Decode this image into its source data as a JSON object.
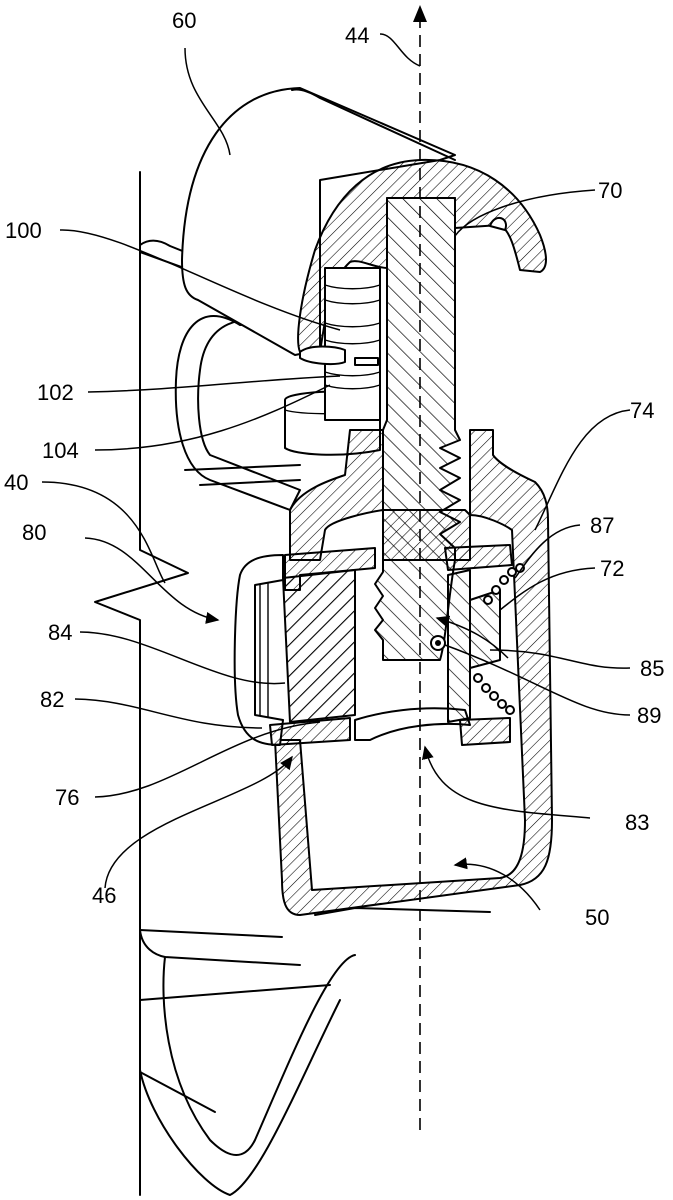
{
  "figure": {
    "type": "patent-cross-section-drawing",
    "axis_label": "44",
    "labels": [
      {
        "id": "60",
        "text": "60"
      },
      {
        "id": "44",
        "text": "44"
      },
      {
        "id": "70",
        "text": "70"
      },
      {
        "id": "100",
        "text": "100"
      },
      {
        "id": "102",
        "text": "102"
      },
      {
        "id": "104",
        "text": "104"
      },
      {
        "id": "74",
        "text": "74"
      },
      {
        "id": "40",
        "text": "40"
      },
      {
        "id": "80",
        "text": "80"
      },
      {
        "id": "87",
        "text": "87"
      },
      {
        "id": "72",
        "text": "72"
      },
      {
        "id": "84",
        "text": "84"
      },
      {
        "id": "85",
        "text": "85"
      },
      {
        "id": "82",
        "text": "82"
      },
      {
        "id": "89",
        "text": "89"
      },
      {
        "id": "76",
        "text": "76"
      },
      {
        "id": "83",
        "text": "83"
      },
      {
        "id": "46",
        "text": "46"
      },
      {
        "id": "50",
        "text": "50"
      }
    ]
  }
}
